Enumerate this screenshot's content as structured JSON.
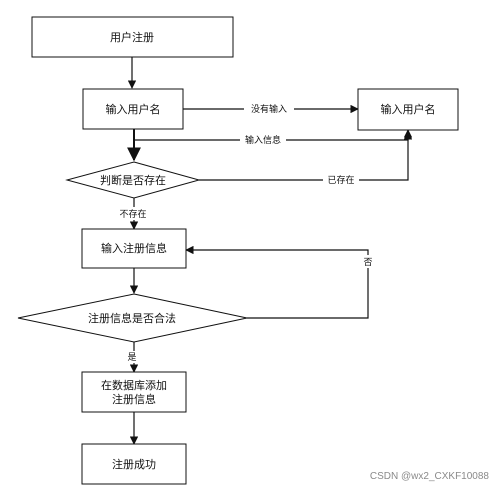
{
  "nodes": {
    "register": "用户注册",
    "input_username": "输入用户名",
    "input_username_right": "输入用户名",
    "check_exists": "判断是否存在",
    "input_info": "输入注册信息",
    "check_valid": "注册信息是否合法",
    "db_add_line1": "在数据库添加",
    "db_add_line2": "注册信息",
    "success": "注册成功"
  },
  "edges": {
    "not_input": "没有输入",
    "input_info": "输入信息",
    "exists": "已存在",
    "not_exists": "不存在",
    "no": "否",
    "yes": "是"
  },
  "watermark": "CSDN @wx2_CXKF10088"
}
